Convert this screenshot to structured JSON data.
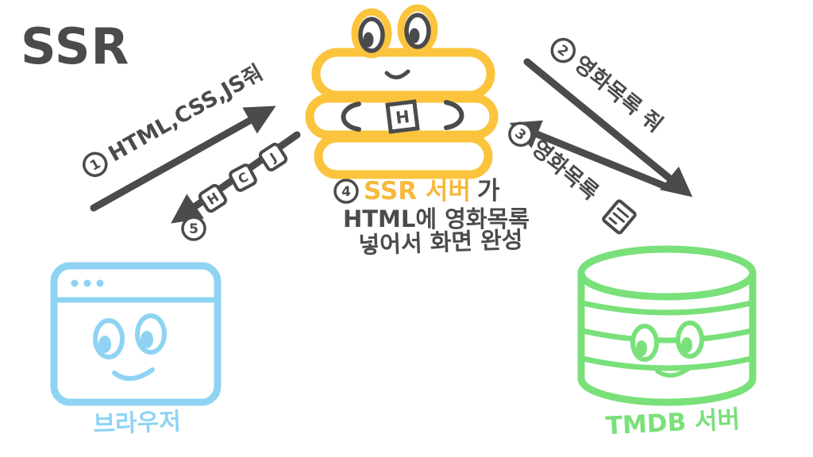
{
  "title": "SSR",
  "diagram": {
    "browser": {
      "label": "브라우저"
    },
    "ssr_server": {
      "badge": "H"
    },
    "tmdb": {
      "label": "TMDB 서버"
    }
  },
  "steps": {
    "step1": {
      "num": "1",
      "label": "HTML,CSS,JS줘"
    },
    "step2": {
      "num": "2",
      "label": "영화목록 줘"
    },
    "step3": {
      "num": "3",
      "label": "영화목록"
    },
    "step4": {
      "num": "4",
      "highlight": "SSR 서버",
      "suffix": "가",
      "line2": "HTML에 영화목록",
      "line3": "넣어서 화면 완성"
    },
    "step5": {
      "num": "5",
      "files": [
        "J",
        "C",
        "H"
      ]
    }
  },
  "colors": {
    "ink": "#4a4b4d",
    "yellow": "#fbc43c",
    "blue": "#8fd3f3",
    "green": "#79e07a"
  }
}
